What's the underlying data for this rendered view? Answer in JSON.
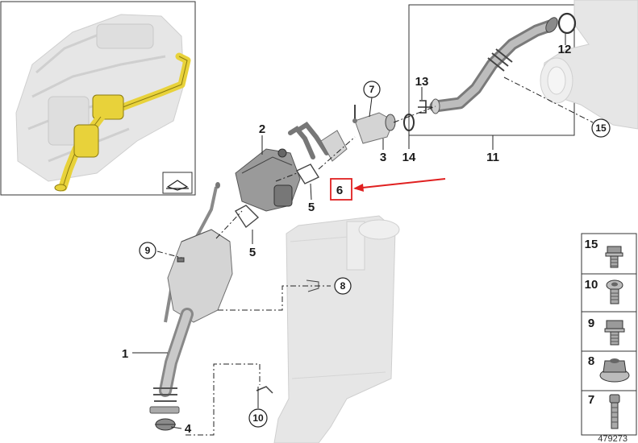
{
  "diagram": {
    "colors": {
      "highlight": "#e8d23a",
      "callout_box": "#e02020",
      "callout_arrow": "#e02020"
    },
    "callouts": {
      "p1": "1",
      "p2": "2",
      "p3": "3",
      "p4": "4",
      "p5a": "5",
      "p5b": "5",
      "p6": "6",
      "p7": "7",
      "p8": "8",
      "p9": "9",
      "p10": "10",
      "p11": "11",
      "p12": "12",
      "p13": "13",
      "p14": "14",
      "p15": "15"
    },
    "legend": [
      {
        "number": "15",
        "icon": "flange-bolt-icon"
      },
      {
        "number": "10",
        "icon": "torx-screw-icon"
      },
      {
        "number": "9",
        "icon": "hex-bolt-icon"
      },
      {
        "number": "8",
        "icon": "hex-nut-icon"
      },
      {
        "number": "7",
        "icon": "long-bolt-icon"
      }
    ],
    "document_id": "479273"
  }
}
